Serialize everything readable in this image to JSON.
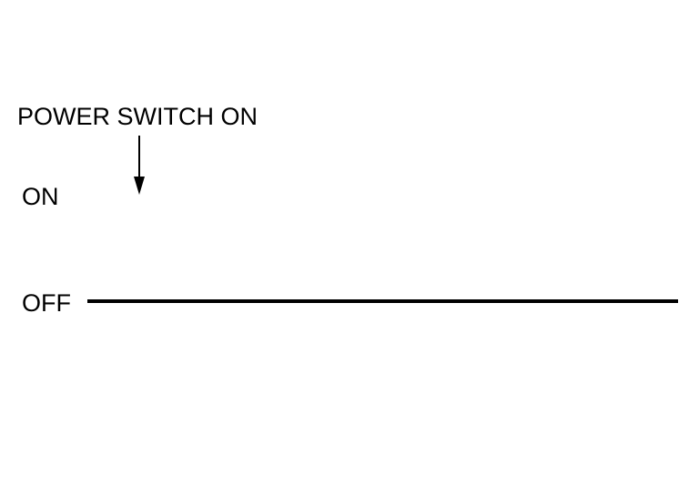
{
  "diagram": {
    "annotation": "POWER SWITCH ON",
    "levels": {
      "on": "ON",
      "off": "OFF"
    }
  },
  "colors": {
    "line": "#000000",
    "background": "#ffffff"
  }
}
